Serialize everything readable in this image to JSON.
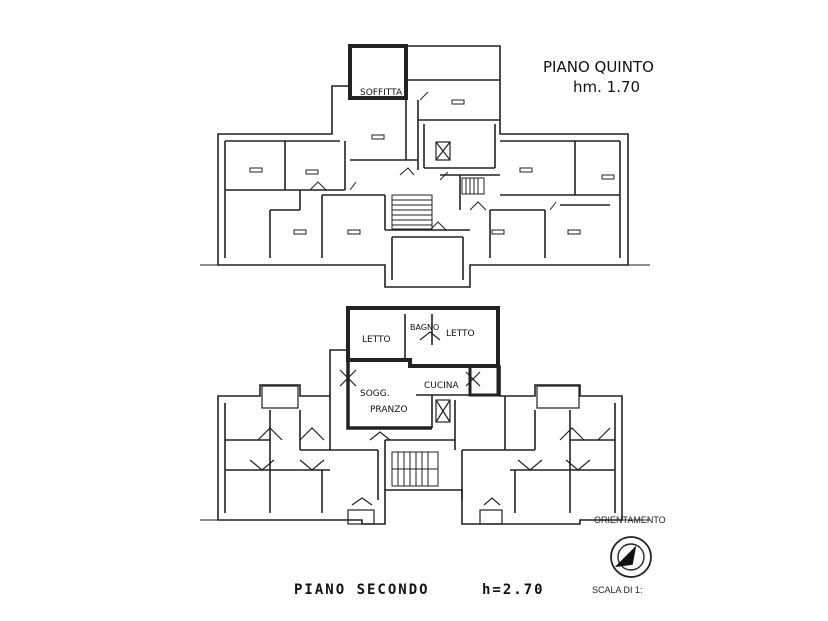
{
  "upper_plan": {
    "title": "PIANO QUINTO",
    "height": "hm. 1.70",
    "room_label": "SOFFITTA"
  },
  "lower_plan": {
    "title": "PIANO SECONDO",
    "height": "h=2.70",
    "rooms": {
      "bedroom_1": "LETTO",
      "bathroom": "BAGNO",
      "bedroom_2": "LETTO",
      "living_line1": "SOGG.",
      "living_line2": "PRANZO",
      "kitchen": "CUCINA"
    }
  },
  "legend": {
    "orientation": "ORIENTAMENTO",
    "scale": "SCALA DI 1:"
  }
}
